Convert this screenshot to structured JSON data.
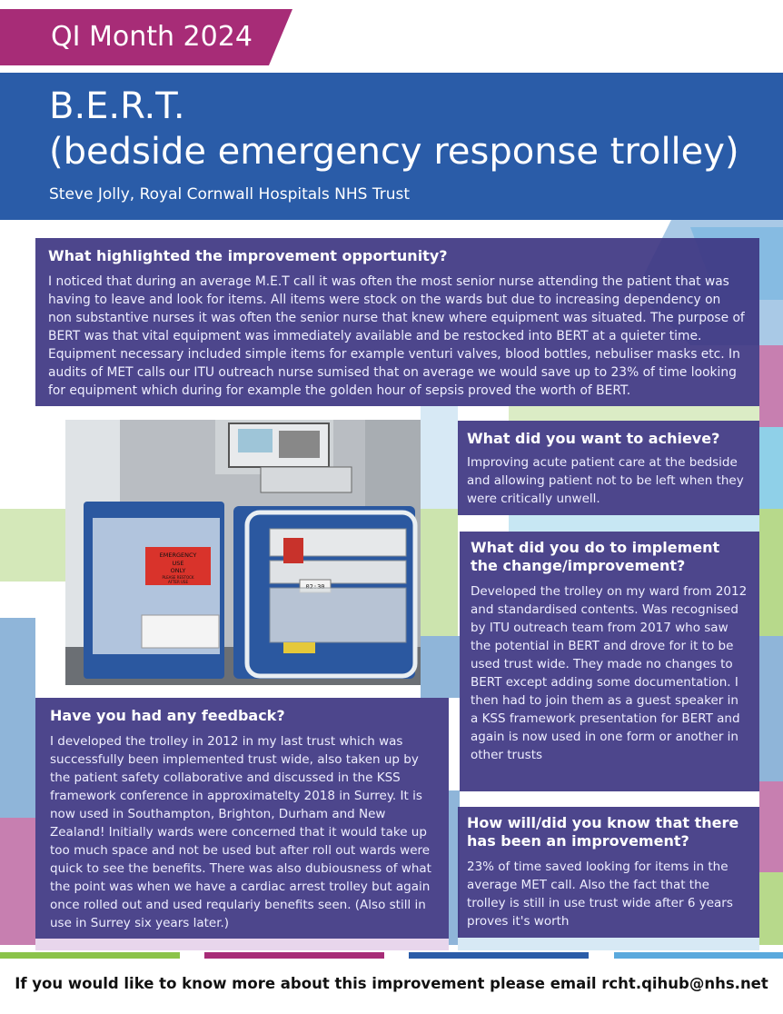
{
  "header": {
    "tag": "QI Month 2024",
    "title_line1": "B.E.R.T.",
    "title_line2": "(bedside emergency response trolley)",
    "author": "Steve Jolly, Royal Cornwall Hospitals NHS Trust"
  },
  "sections": {
    "opportunity": {
      "heading": "What highlighted the improvement opportunity?",
      "body": "I noticed that during an average M.E.T call it was often the most senior nurse attending the patient that was having to leave and look for items. All items were stock on the wards but due to increasing dependency on non substantive nurses it was often the senior nurse that knew where equipment was situated. The purpose of BERT was that vital equipment was immediately available and be restocked into BERT at a quieter time. Equipment necessary included simple items for example venturi valves, blood bottles, nebuliser masks etc. In audits of MET calls our ITU outreach nurse sumised that on average we would save up to 23% of time looking for equipment which during for example the golden hour of sepsis proved the worth of BERT."
    },
    "achieve": {
      "heading": "What did you want to achieve?",
      "body": "Improving acute patient care at the bedside and allowing patient not to be left when they were critically unwell."
    },
    "implement": {
      "heading": "What did you do to implement the change/improvement?",
      "body": "Developed the trolley on my ward from 2012 and standardised contents. Was recognised by ITU outreach team from 2017 who saw the potential in BERT and drove for it to be used trust wide. They made no changes to BERT except adding some documentation. I then had to join them as a guest speaker in a KSS framework presentation for BERT and again is now used in one form or another in other trusts"
    },
    "feedback": {
      "heading": "Have you had any feedback?",
      "body": "I developed the trolley in 2012 in my last trust which was successfully been implemented trust wide, also taken up by the patient safety collaborative and discussed in the KSS framework conference in approximatelty 2018 in Surrey. It is now used in Southampton, Brighton, Durham and New Zealand! Initially wards were concerned that it would take up too much space and not be used but after roll out wards were quick to see the benefits. There was also dubiousness of what the point was when we have a cardiac arrest trolley but again once rolled out and used requlariy benefits seen. (Also still in use in Surrey six years later.)"
    },
    "know": {
      "heading": "How will/did you know that there has been an improvement?",
      "body": "23% of time saved looking for items in the average MET call. Also the fact that the trolley is still in use trust wide after 6 years proves it's worth"
    }
  },
  "photo": {
    "sign_line1": "EMERGENCY",
    "sign_line2": "USE",
    "sign_line3": "ONLY",
    "sign_line4": "PLEASE RESTOCK",
    "sign_line5": "AFTER USE",
    "display": "02:30"
  },
  "footer": {
    "text": "If you would like to know more about this improvement please email rcht.qihub@nhs.net"
  },
  "colors": {
    "magenta": "#a72c77",
    "banner_blue": "#2a5ca8",
    "panel_purple": "#3e3682",
    "green": "#8bc34a",
    "light_blue": "#5aa9dd"
  }
}
